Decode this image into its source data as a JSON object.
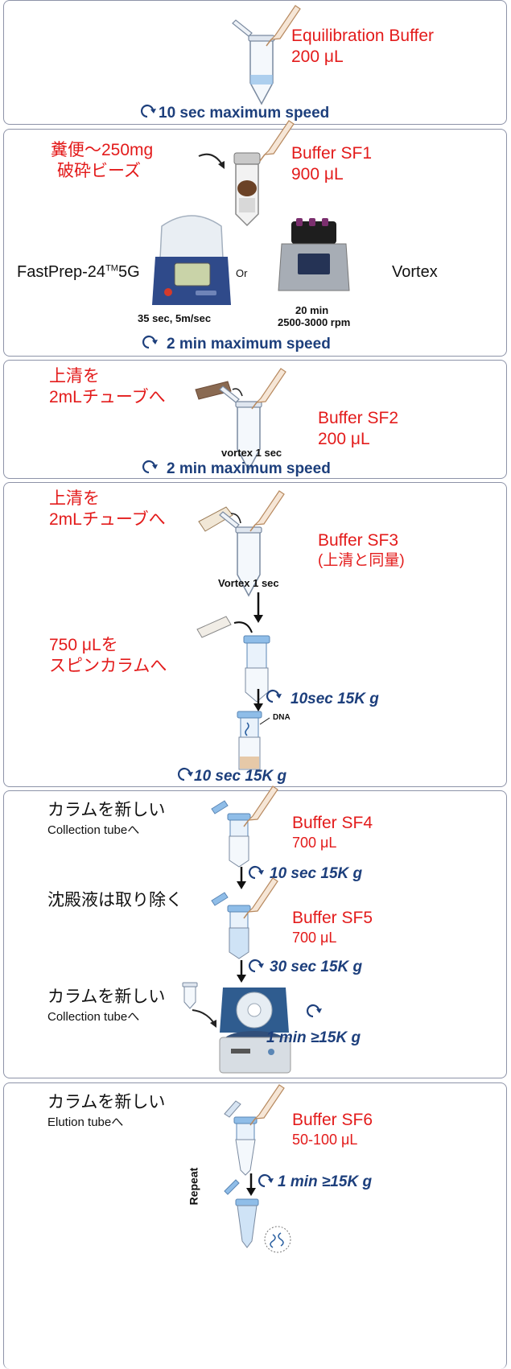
{
  "steps": {
    "s1": {
      "buffer": "Equilibration Buffer",
      "volume": "200 μL",
      "spin": "10 sec maximum speed"
    },
    "s2": {
      "note_line1": "糞便～250mg",
      "note_line2": "破砕ビーズ",
      "buffer": "Buffer SF1",
      "volume": "900 μL",
      "device_left": "FastPrep-24",
      "device_left_tm": "TM",
      "device_left_suffix": "5G",
      "or_label": "Or",
      "device_right": "Vortex",
      "left_setting": "35 sec, 5m/sec",
      "right_setting_line1": "20 min",
      "right_setting_line2": "2500-3000 rpm",
      "spin": "2 min  maximum speed"
    },
    "s3": {
      "note_line1": "上清を",
      "note_line2": "2mLチューブへ",
      "buffer": "Buffer SF2",
      "volume": "200 μL",
      "vortex": "vortex 1 sec",
      "spin": "2 min  maximum speed"
    },
    "s4": {
      "note_line1": "上清を",
      "note_line2": "2mLチューブへ",
      "buffer": "Buffer SF3",
      "volume": "(上清と同量)",
      "vortex": "Vortex 1 sec",
      "note2_line1": "750 μLを",
      "note2_line2": "スピンカラムへ",
      "spin1": "10sec 15K g",
      "dna_label": "DNA",
      "spin2": "10 sec 15K g"
    },
    "s5": {
      "note1_line1": "カラムを新しい",
      "note1_line2": "Collection tubeへ",
      "buffer1": "Buffer SF4",
      "volume1": "700 μL",
      "spin1": "10 sec 15K g",
      "note2": "沈殿液は取り除く",
      "buffer2": "Buffer SF5",
      "volume2": "700 μL",
      "spin2": "30 sec 15K g",
      "note3_line1": "カラムを新しい",
      "note3_line2": "Collection tubeへ",
      "spin3": "1 min ≥15K g"
    },
    "s6": {
      "note_line1": "カラムを新しい",
      "note_line2": "Elution tubeへ",
      "buffer": "Buffer SF6",
      "volume": "50-100 μL",
      "repeat": "Repeat",
      "spin": "1 min ≥15K g"
    }
  },
  "colors": {
    "red": "#e31b1b",
    "navy": "#1d3f7c",
    "border": "#8d93a8",
    "tube_blue": "#8fbde8"
  }
}
